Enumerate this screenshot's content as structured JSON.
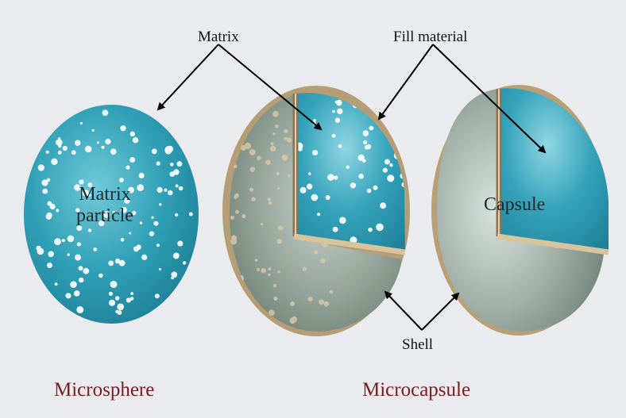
{
  "labels": {
    "matrix": "Matrix",
    "fill_material": "Fill material",
    "matrix_particle_line1": "Matrix",
    "matrix_particle_line2": "particle",
    "capsule": "Capsule",
    "shell": "Shell"
  },
  "captions": {
    "microsphere": "Microsphere",
    "microcapsule": "Microcapsule"
  },
  "colors": {
    "background": "#e9ebee",
    "matrix_blue": "#2c9db3",
    "shell_gold": "#b39b72",
    "shell_olive": "#7e8f83",
    "caption_red": "#7a1a22"
  }
}
